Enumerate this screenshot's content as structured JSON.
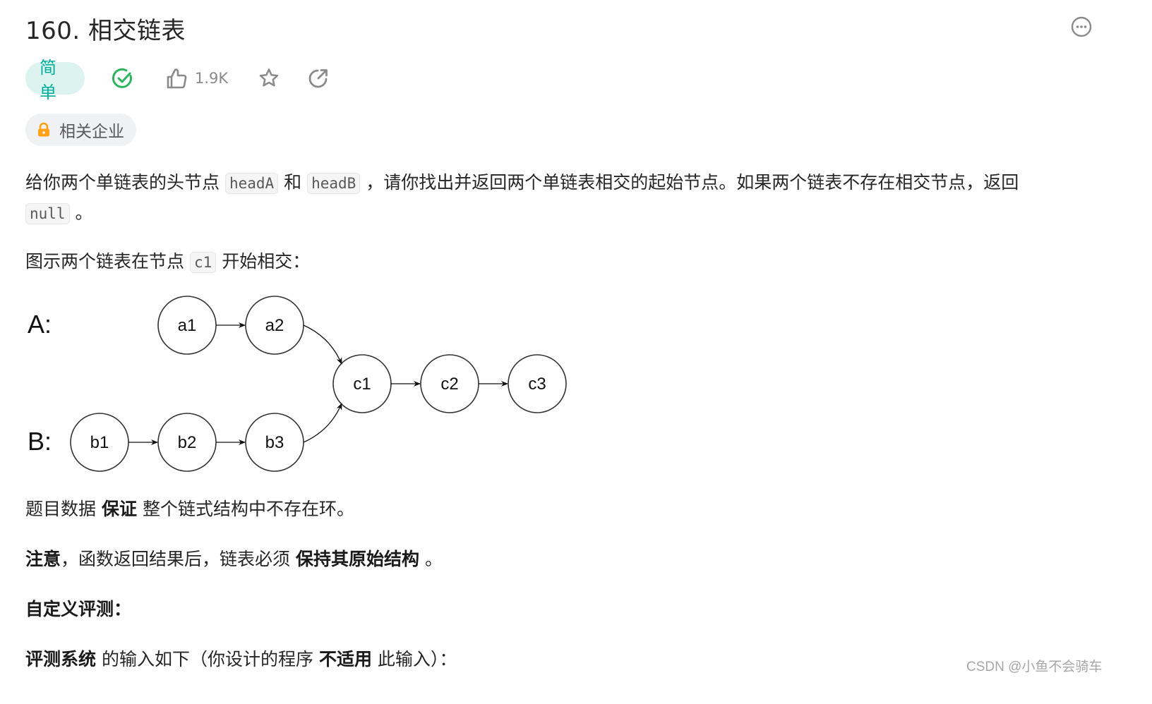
{
  "header": {
    "title": "160. 相交链表",
    "more_icon": "ellipsis-circle-icon"
  },
  "meta": {
    "difficulty": "简单",
    "difficulty_color": "#00af9b",
    "difficulty_bg": "#dcf3f0",
    "solved_icon": "check-circle-icon",
    "solved_color": "#2db55d",
    "like_icon": "thumbs-up-icon",
    "like_count": "1.9K",
    "favorite_icon": "star-icon",
    "share_icon": "share-icon"
  },
  "companies": {
    "icon": "lock-icon",
    "icon_color": "#ffa116",
    "label": "相关企业"
  },
  "description": {
    "p1": {
      "t1": "给你两个单链表的头节点",
      "c1": "headA",
      "t2": "和",
      "c2": "headB",
      "t3": "，请你找出并返回两个单链表相交的起始节点。如果两个链表不存在相交节点，返回",
      "c3": "null",
      "t4": "。"
    },
    "p2": {
      "t1": "图示两个链表在节点",
      "c1": "c1",
      "t2": "开始相交："
    },
    "p3": {
      "t1": "题目数据",
      "b1": "保证",
      "t2": "整个链式结构中不存在环。"
    },
    "p4": {
      "b1": "注意",
      "t1": "，函数返回结果后，链表必须",
      "b2": "保持其原始结构",
      "t2": "。"
    },
    "p5": {
      "b1": "自定义评测："
    },
    "p6": {
      "b1": "评测系统",
      "t1": "的输入如下（你设计的程序",
      "b2": "不适用",
      "t2": "此输入）："
    }
  },
  "diagram": {
    "label_a": "A:",
    "label_b": "B:",
    "nodes": {
      "a1": "a1",
      "a2": "a2",
      "b1": "b1",
      "b2": "b2",
      "b3": "b3",
      "c1": "c1",
      "c2": "c2",
      "c3": "c3"
    }
  },
  "watermark": "CSDN @小鱼不会骑车"
}
